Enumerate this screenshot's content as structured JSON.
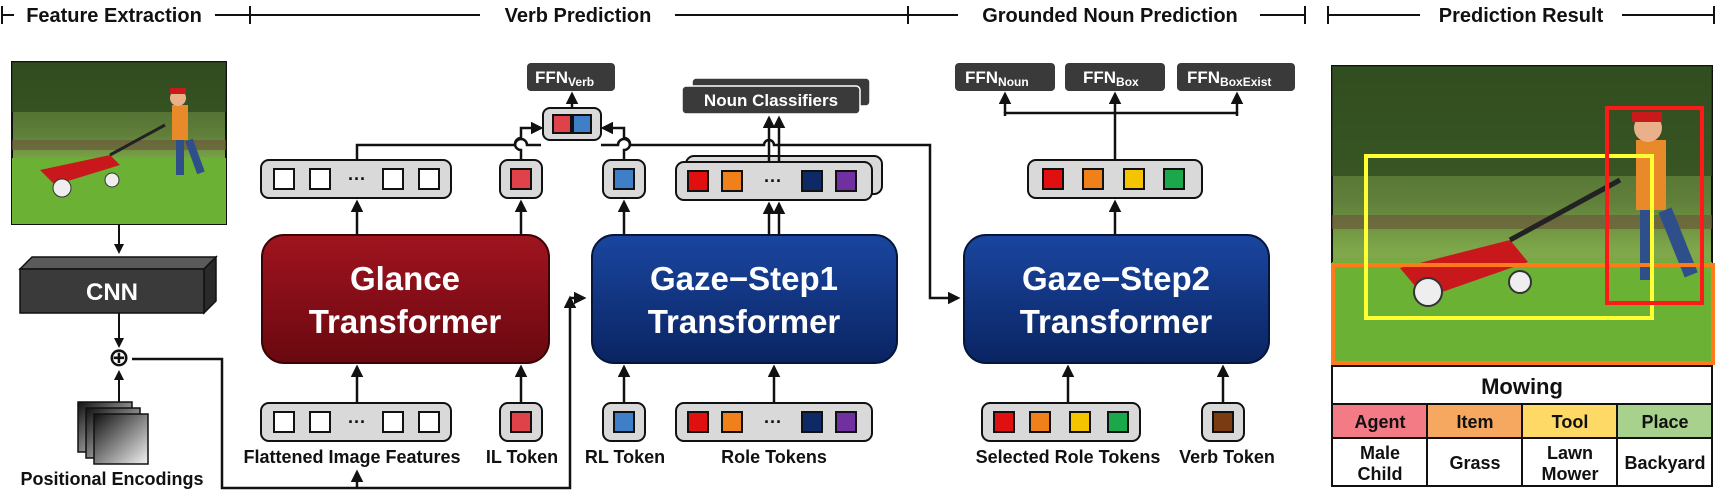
{
  "sections": {
    "feature_extraction": "Feature Extraction",
    "verb_prediction": "Verb Prediction",
    "grounded_noun_prediction": "Grounded Noun Prediction",
    "prediction_result": "Prediction Result"
  },
  "modules": {
    "cnn": "CNN",
    "glance_line1": "Glance",
    "glance_line2": "Transformer",
    "gaze1_line1": "Gaze−Step1",
    "gaze1_line2": "Transformer",
    "gaze2_line1": "Gaze−Step2",
    "gaze2_line2": "Transformer",
    "noun_classifiers": "Noun Classifiers",
    "ffn": "FFN",
    "ffn_verb_sub": "Verb",
    "ffn_noun_sub": "Noun",
    "ffn_box_sub": "Box",
    "ffn_boxexist_sub": "BoxExist",
    "plus_symbol": "⊕"
  },
  "labels": {
    "positional_encodings": "Positional Encodings",
    "flattened_image_features": "Flattened Image Features",
    "il_token": "IL Token",
    "rl_token": "RL Token",
    "role_tokens": "Role Tokens",
    "selected_role_tokens": "Selected Role Tokens",
    "verb_token": "Verb Token",
    "ellipsis": "···"
  },
  "result": {
    "verb": "Mowing",
    "headers": [
      "Agent",
      "Item",
      "Tool",
      "Place"
    ],
    "values": [
      [
        "Male",
        "Child"
      ],
      [
        "Grass"
      ],
      [
        "Lawn",
        "Mower"
      ],
      [
        "Backyard"
      ]
    ]
  },
  "colors": {
    "glance": "#7a0a12",
    "gaze": "#0c2d72",
    "dark_box": "#3a3a3a",
    "token_bg": "#d9d9d9",
    "il_token": "#e0424a",
    "rl_token": "#3f7fc7",
    "role_red": "#e01010",
    "role_orange": "#f0801a",
    "role_navy": "#0d2a66",
    "role_purple": "#7030a0",
    "role_yellow": "#f5c400",
    "role_green": "#1aa84a",
    "verb_token": "#7a3a12",
    "agent": "#f27b86",
    "item": "#f7a860",
    "tool": "#ffd966",
    "place": "#a9d18e",
    "box_red": "#ff1a1a",
    "box_yellow": "#ffff33",
    "box_orange": "#ff7a1a"
  }
}
